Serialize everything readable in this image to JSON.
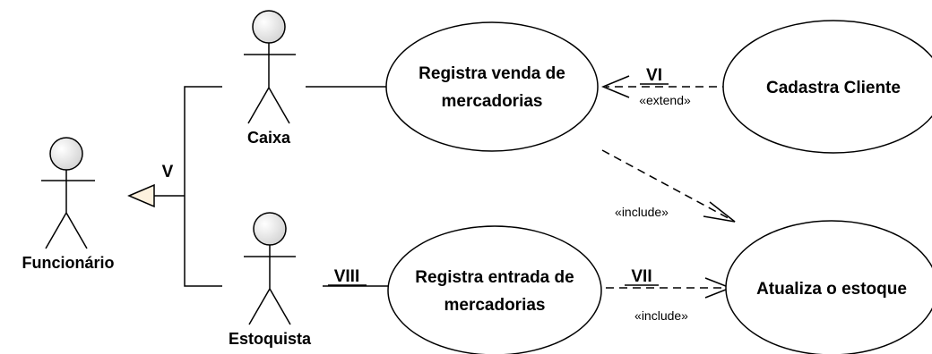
{
  "actors": {
    "funcionario": "Funcionário",
    "caixa": "Caixa",
    "estoquista": "Estoquista"
  },
  "use_cases": {
    "registra_venda": [
      "Registra venda de",
      "mercadorias"
    ],
    "cadastra_cliente": "Cadastra Cliente",
    "registra_entrada": [
      "Registra entrada de",
      "mercadorias"
    ],
    "atualiza_estoque": "Atualiza o estoque"
  },
  "labels": {
    "v": "V",
    "vi": "VI",
    "vii": "VII",
    "viii": "VIII"
  },
  "stereotypes": {
    "extend": "«extend»",
    "include_top": "«include»",
    "include_bottom": "«include»"
  },
  "colors": {
    "actor_head": "#dcdcdc",
    "generalization_arrow": "#fdf1de",
    "line": "#000000"
  }
}
